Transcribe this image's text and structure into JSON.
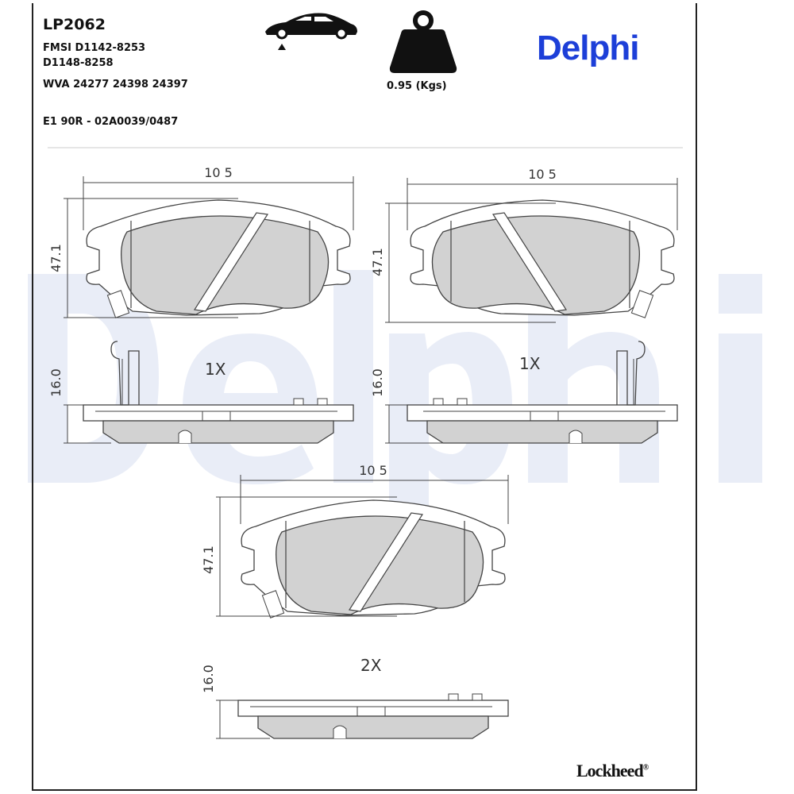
{
  "header": {
    "part_code": "LP2062",
    "fmsi_line1": "FMSI D1142-8253",
    "fmsi_line2": "D1148-8258",
    "wva": "WVA 24277 24398 24397",
    "approval": "E1 90R - 02A0039/0487",
    "weight": "0.95 (Kgs)",
    "brand": "Delphi",
    "icons": [
      "car-front-axle-icon",
      "weight-icon"
    ]
  },
  "drawings": {
    "width_dim": "10 5",
    "height_dim": "47.1",
    "thickness_dim": "16.0",
    "qty_left": "1X",
    "qty_right": "1X",
    "qty_bottom": "2X"
  },
  "footer": {
    "brand": "Lockheed",
    "mark": "®"
  },
  "watermark": "Delphi",
  "colors": {
    "brand_blue": "#1d3fd8",
    "friction": "#d2d2d2",
    "watermark": "#e9edf7"
  }
}
